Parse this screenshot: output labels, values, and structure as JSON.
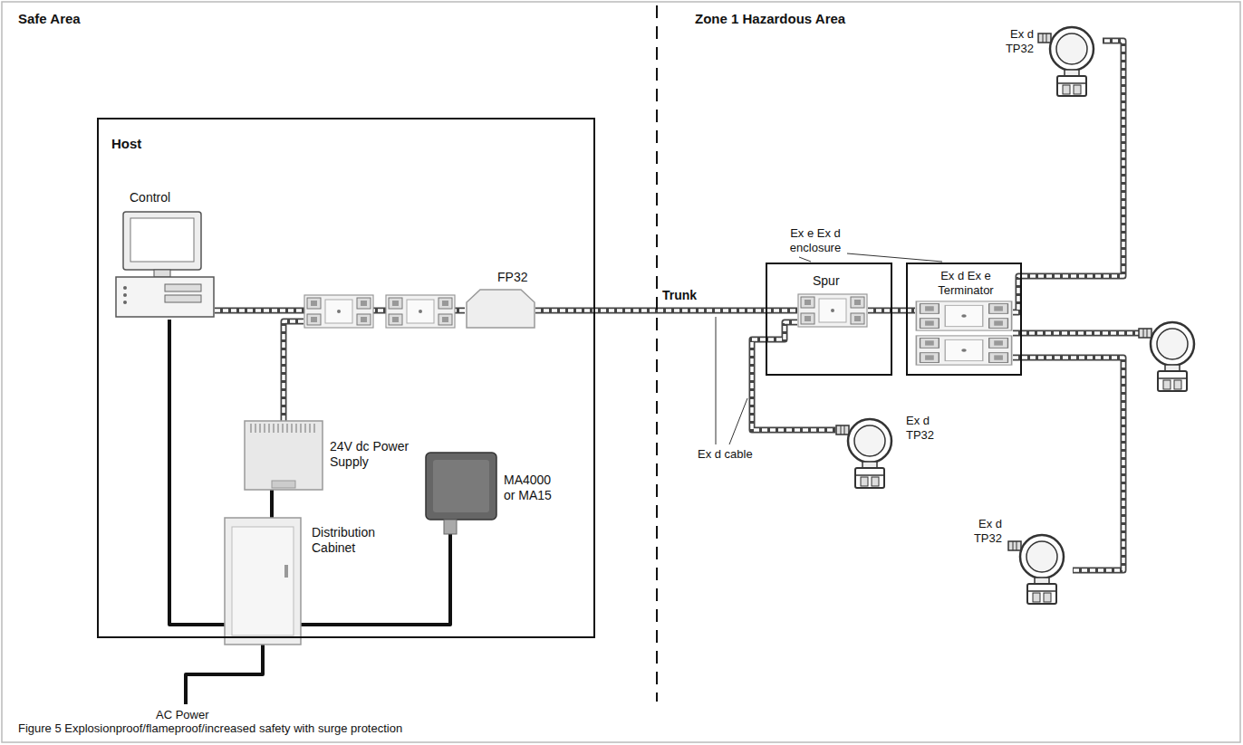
{
  "diagram": {
    "caption": "Figure 5 Explosionproof/flameproof/increased safety with surge protection",
    "nodes": [
      {
        "text": [
          "Host"
        ]
      },
      {
        "text": [
          "Control"
        ],
        "in": 0
      },
      {
        "text": [
          "24V dc Power Supply"
        ],
        "in": 0
      },
      {
        "text": [
          "Distribution Cabinet"
        ],
        "in": 0
      },
      {
        "text": [
          "MA4000 or MA15"
        ],
        "in": 0
      },
      {
        "text": [
          "FP32"
        ],
        "in": 0
      },
      {
        "text": [
          "Spur"
        ]
      },
      {
        "text": [
          "Ex d Ex e Terminator"
        ]
      },
      {
        "text": [
          "Ex d TP32"
        ]
      },
      {
        "text": [
          "Ex d TP32"
        ]
      },
      {
        "text": [
          "Ex d TP32"
        ]
      }
    ],
    "edges": [
      {
        "from": 1,
        "to": 5,
        "arrow": "none"
      },
      {
        "from": 5,
        "to": 6,
        "label": "Trunk",
        "arrow": "none"
      },
      {
        "from": 3,
        "to": 2,
        "arrow": "none"
      },
      {
        "from": 3,
        "to": 1,
        "arrow": "none"
      },
      {
        "from": 3,
        "to": 4,
        "arrow": "none"
      },
      {
        "from": 6,
        "to": 7,
        "arrow": "none"
      },
      {
        "from": 6,
        "to": 9,
        "arrow": "none"
      },
      {
        "from": 7,
        "to": 8,
        "arrow": "none"
      },
      {
        "from": 7,
        "to": 10,
        "arrow": "none"
      }
    ],
    "labels": [
      "Safe Area",
      "Zone 1 Hazardous Area",
      "Ex e Ex d enclosure",
      "Ex d cable",
      "AC Power"
    ]
  }
}
